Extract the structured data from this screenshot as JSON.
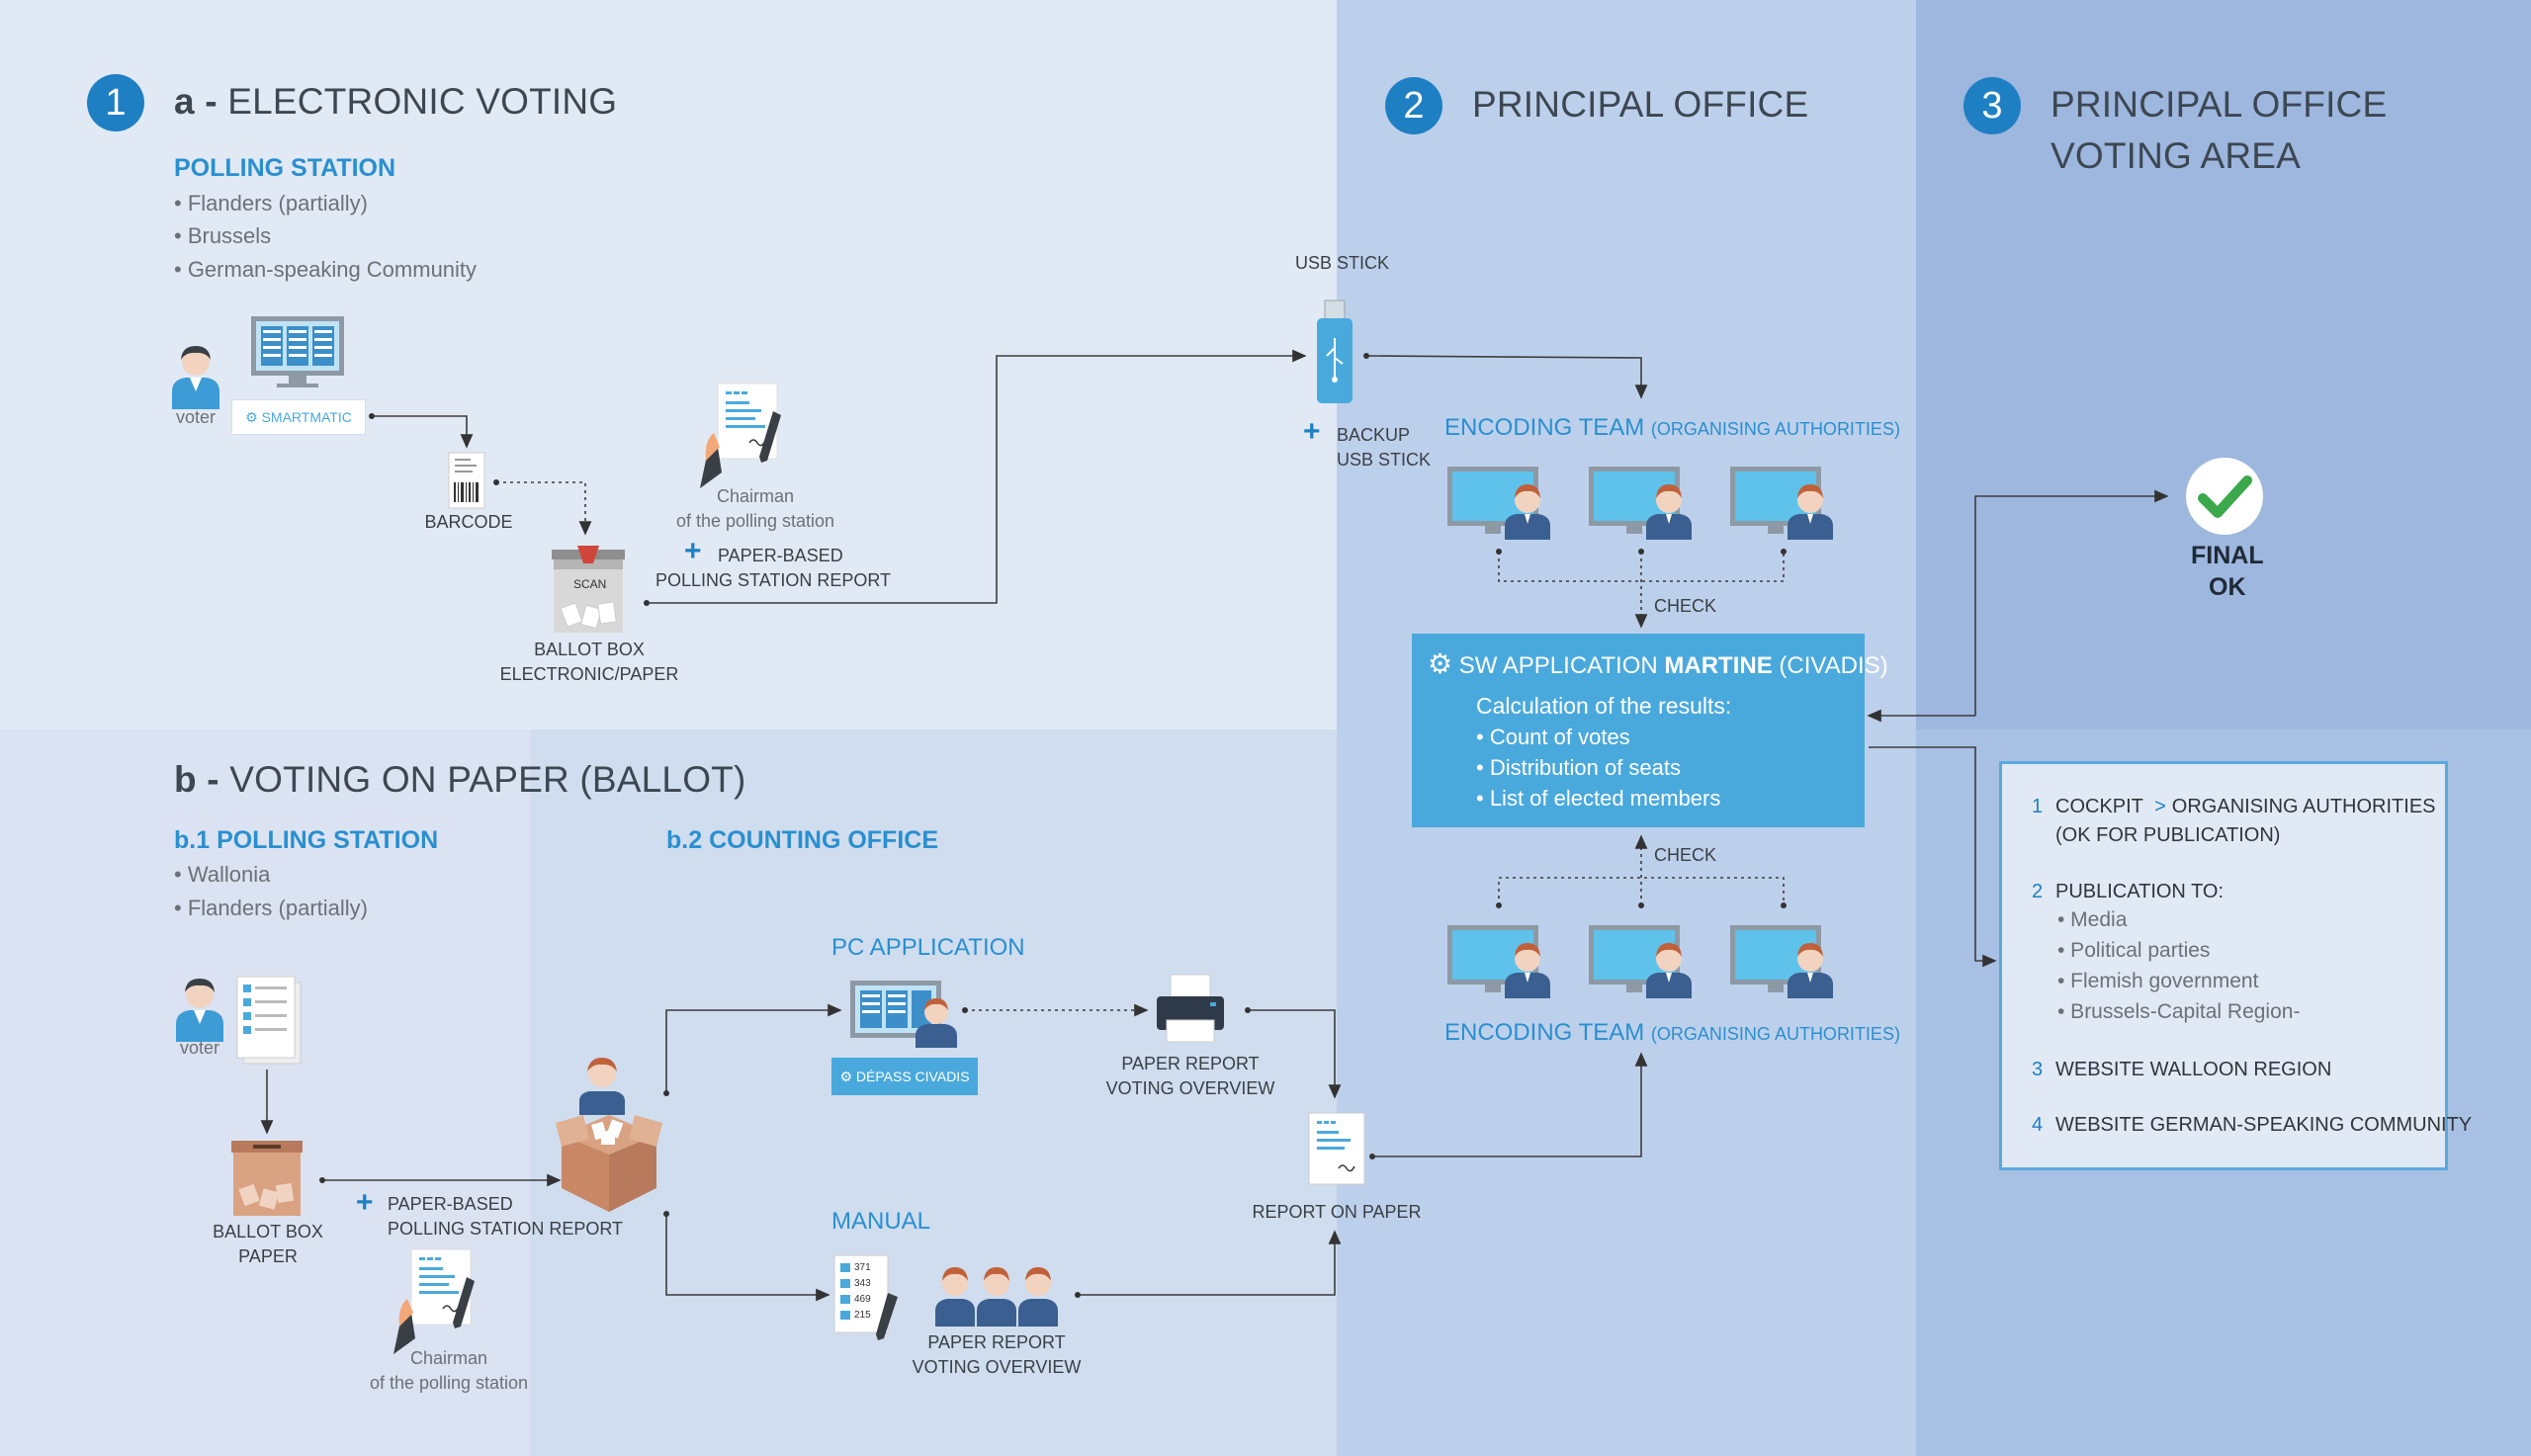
{
  "colors": {
    "zone_a": "#e1e9f4",
    "zone_b1": "#dbe3f2",
    "zone_b2": "#cfddef",
    "zone_2": "#bdd0eb",
    "zone_3": "#9db7de",
    "accent": "#1f7fc3",
    "sw_box": "#4aa9dc",
    "check_green": "#3aa84b"
  },
  "section_a": {
    "number": "1",
    "title_prefix": "a -",
    "title": "ELECTRONIC VOTING",
    "subtitle": "POLLING STATION",
    "bullets": [
      "• Flanders (partially)",
      "• Brussels",
      "• German-speaking Community"
    ],
    "voter_label": "voter",
    "smartmatic": "SMARTMATIC",
    "barcode": "BARCODE",
    "scan": "SCAN",
    "ballot_box": [
      "BALLOT BOX",
      "ELECTRONIC/PAPER"
    ],
    "chairman": [
      "Chairman",
      "of the polling station"
    ],
    "report": [
      "PAPER-BASED",
      "POLLING STATION REPORT"
    ],
    "plus": "+"
  },
  "section_b": {
    "title_prefix": "b -",
    "title": "VOTING ON PAPER (BALLOT)",
    "b1_title": "b.1 POLLING STATION",
    "b1_bullets": [
      "• Wallonia",
      "• Flanders  (partially)"
    ],
    "b2_title": "b.2 COUNTING OFFICE",
    "voter_label": "voter",
    "ballot_box": [
      "BALLOT BOX",
      "PAPER"
    ],
    "report": [
      "PAPER-BASED",
      "POLLING STATION REPORT"
    ],
    "chairman": [
      "Chairman",
      "of the polling station"
    ],
    "pc_app": "PC APPLICATION",
    "depass": "DÉPASS CIVADIS",
    "printer_report": [
      "PAPER REPORT",
      "VOTING OVERVIEW"
    ],
    "manual": "MANUAL",
    "manual_numbers": [
      "371",
      "343",
      "469",
      "215"
    ],
    "manual_report": [
      "PAPER REPORT",
      "VOTING OVERVIEW"
    ],
    "report_on_paper": "REPORT ON PAPER",
    "plus": "+"
  },
  "section_2": {
    "number": "2",
    "title": "PRINCIPAL OFFICE",
    "usb": "USB STICK",
    "backup": [
      "BACKUP",
      "USB STICK"
    ],
    "plus": "+",
    "encoding_team": "ENCODING TEAM",
    "organising": "(ORGANISING AUTHORITIES)",
    "check": "CHECK",
    "sw_prefix": "SW APPLICATION",
    "sw_name": "MARTINE",
    "sw_vendor": "(CIVADIS)",
    "calc_title": "Calculation of the results:",
    "calc_items": [
      "• Count of votes",
      "• Distribution of seats",
      "• List of elected members"
    ]
  },
  "section_3": {
    "number": "3",
    "title": [
      "PRINCIPAL OFFICE",
      "VOTING AREA"
    ],
    "final": [
      "FINAL",
      "OK"
    ],
    "list": [
      {
        "n": "1",
        "text": "COCKPIT",
        "sep": ">",
        "text2": "ORGANISING AUTHORITIES",
        "text3": "(OK FOR PUBLICATION)"
      },
      {
        "n": "2",
        "text": "PUBLICATION TO:",
        "items": [
          "• Media",
          "• Political parties",
          "• Flemish government",
          "• Brussels-Capital Region-"
        ]
      },
      {
        "n": "3",
        "text": "WEBSITE WALLOON REGION"
      },
      {
        "n": "4",
        "text": "WEBSITE GERMAN-SPEAKING COMMUNITY"
      }
    ]
  }
}
